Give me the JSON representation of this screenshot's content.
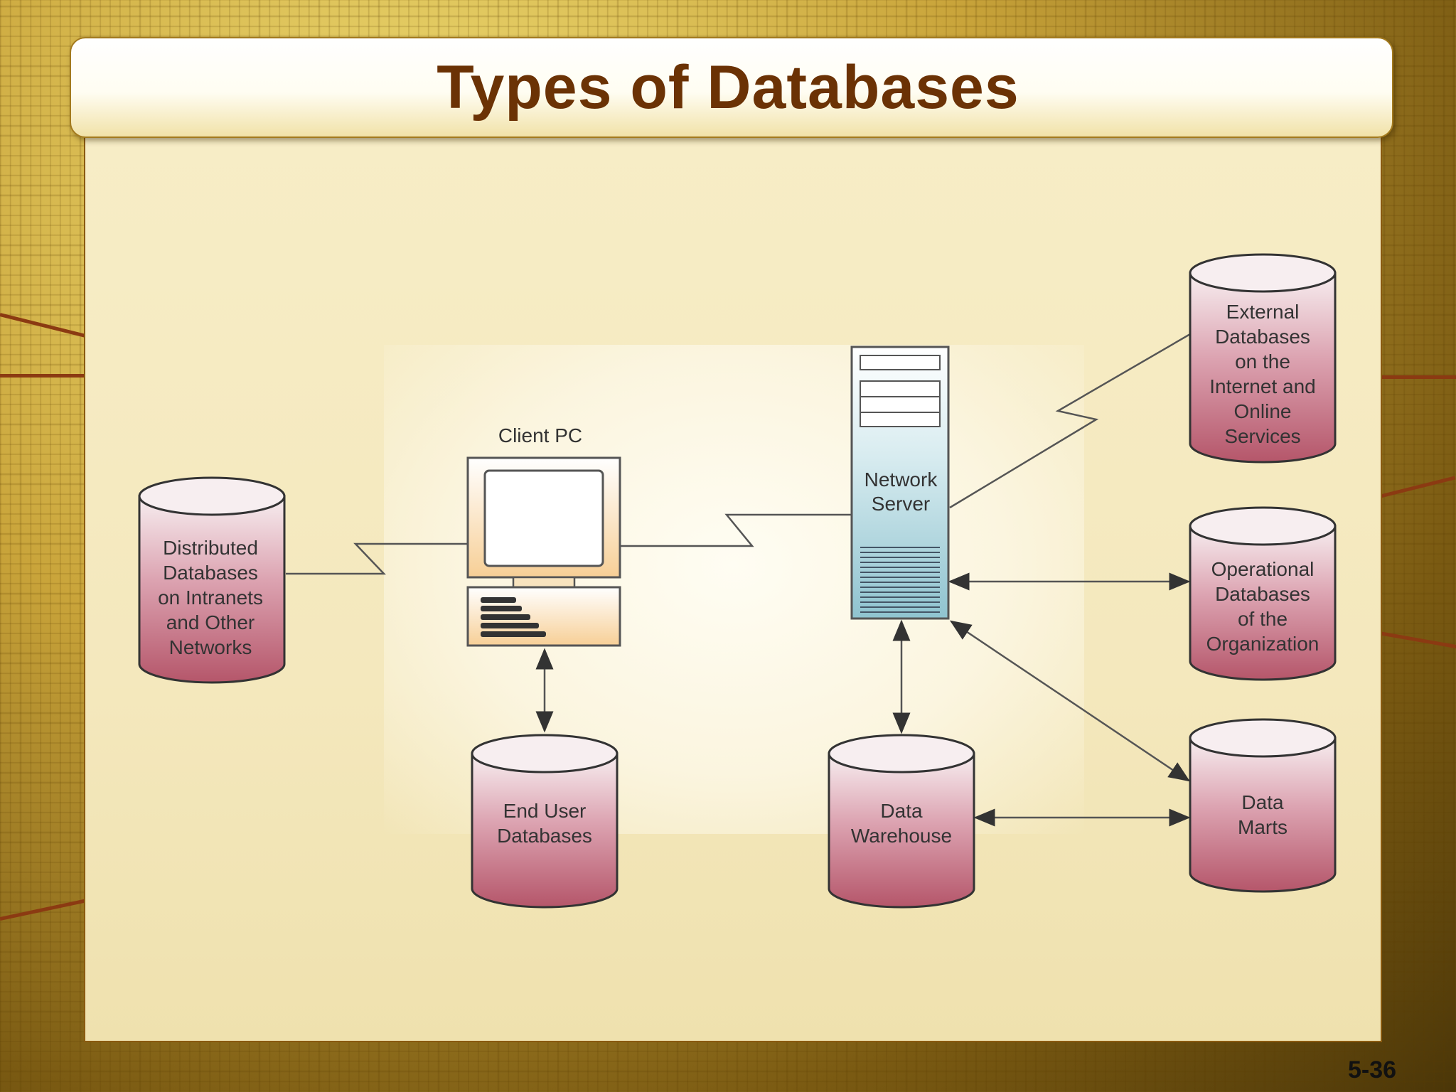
{
  "slide": {
    "title": "Types of Databases",
    "page_number": "5-36"
  },
  "diagram": {
    "client_pc_label": "Client PC",
    "network_server_label": [
      "Network",
      "Server"
    ],
    "databases": {
      "distributed": [
        "Distributed",
        "Databases",
        "on Intranets",
        "and Other",
        "Networks"
      ],
      "end_user": [
        "End User",
        "Databases"
      ],
      "data_warehouse": [
        "Data",
        "Warehouse"
      ],
      "external": [
        "External",
        "Databases",
        "on the",
        "Internet and",
        "Online",
        "Services"
      ],
      "operational": [
        "Operational",
        "Databases",
        "of the",
        "Organization"
      ],
      "data_marts": [
        "Data",
        "Marts"
      ]
    },
    "colors": {
      "cylinder_top": "#f7eef0",
      "cylinder_bottom": "#b5566a",
      "server": "#a9d2dc",
      "pc_body": "#f7cf96",
      "title_text": "#6b3205"
    }
  }
}
